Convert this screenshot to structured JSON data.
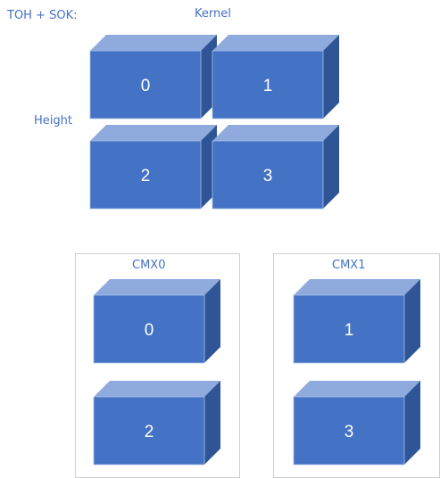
{
  "title": "TOH + SOK:",
  "axis_labels": {
    "kernel": "Kernel",
    "height": "Height"
  },
  "colors": {
    "front": "#4472C4",
    "top": "#8FAADC",
    "side": "#2F5597",
    "front_edge": "#A9BFE6",
    "label_text": "#4472C4",
    "cube_text": "#FFFFFF",
    "box_border": "#CFCFCF"
  },
  "tensor_blocks": [
    {
      "label": "0"
    },
    {
      "label": "1"
    },
    {
      "label": "2"
    },
    {
      "label": "3"
    }
  ],
  "cmx": [
    {
      "name": "CMX0",
      "blocks": [
        {
          "label": "0"
        },
        {
          "label": "2"
        }
      ]
    },
    {
      "name": "CMX1",
      "blocks": [
        {
          "label": "1"
        },
        {
          "label": "3"
        }
      ]
    }
  ]
}
